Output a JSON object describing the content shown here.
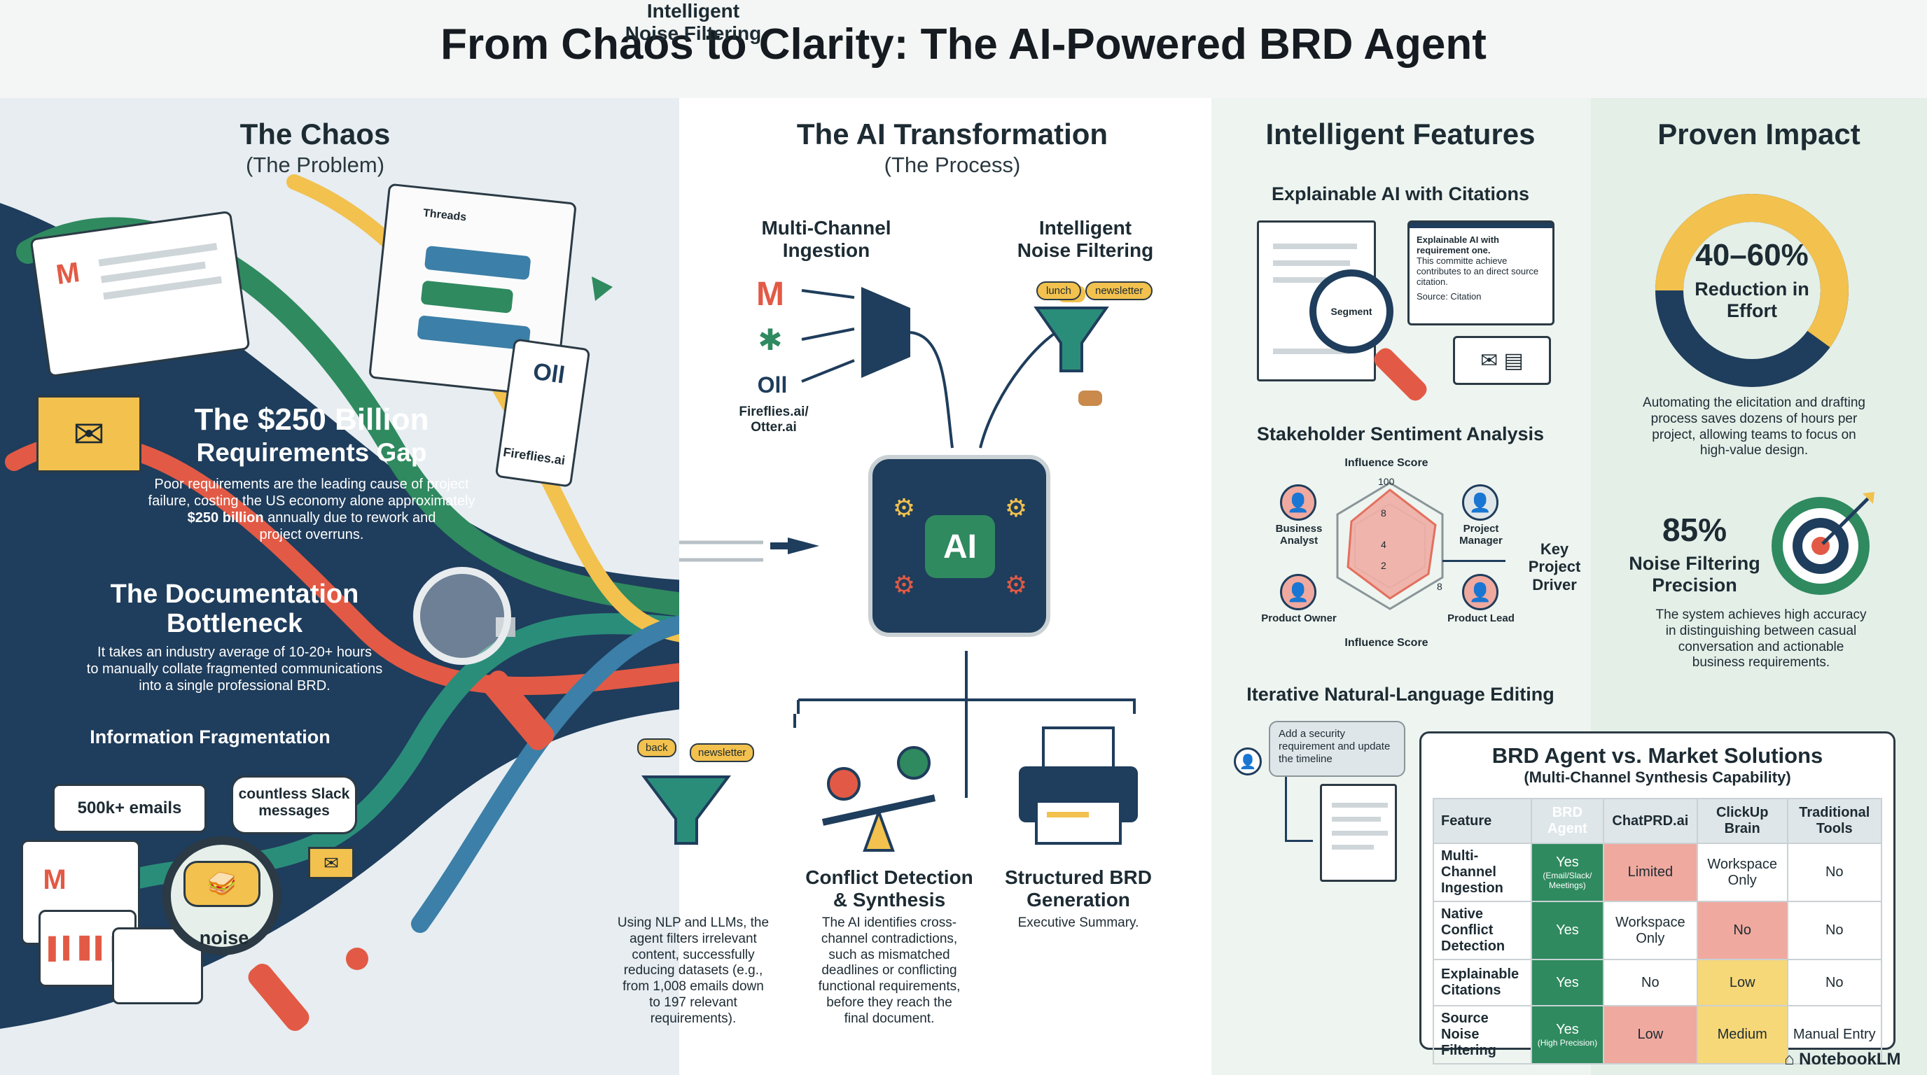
{
  "title": "From Chaos to Clarity: The AI-Powered BRD Agent",
  "chaos": {
    "heading": "The Chaos",
    "subheading": "(The Problem)",
    "gap_title_1": "The $250 Billion",
    "gap_title_2": "Requirements Gap",
    "gap_text_1": "Poor requirements are the leading cause of project",
    "gap_text_2": "failure, costing the US economy alone approximately",
    "gap_bold": "$250 billion",
    "gap_text_3": "annually due to rework and",
    "gap_text_4": "project overruns.",
    "bottleneck_1": "The Documentation",
    "bottleneck_2": "Bottleneck",
    "bottleneck_text_1": "It takes an industry average of 10-20+ hours",
    "bottleneck_text_2": "to manually collate fragmented communications",
    "bottleneck_text_3": "into a single professional BRD.",
    "fragmentation": "Information Fragmentation",
    "emails": "500k+ emails",
    "slack_1": "countless Slack",
    "slack_2": "messages",
    "noise": "noise",
    "threads": "Threads",
    "fireflies": "Fireflies.ai"
  },
  "process": {
    "heading": "The AI Transformation",
    "subheading": "(The Process)",
    "ingestion_1": "Multi-Channel",
    "ingestion_2": "Ingestion",
    "filtering_1": "Intelligent",
    "filtering_2": "Noise Filtering",
    "source_label_1": "Fireflies.ai/",
    "source_label_2": "Otter.ai",
    "ai": "AI",
    "tag_lunch": "lunch",
    "tag_newsletter": "newsletter",
    "tag_back": "back",
    "step1_title_1": "Intelligent",
    "step1_title_2": "Noise Filtering",
    "step1_text": [
      "Using NLP and LLMs, the",
      "agent filters irrelevant",
      "content, successfully",
      "reducing datasets (e.g.,",
      "from 1,008 emails down",
      "to 197 relevant",
      "requirements)."
    ],
    "step2_title_1": "Conflict Detection",
    "step2_title_2": "& Synthesis",
    "step2_text": [
      "The AI identifies cross-",
      "channel contradictions,",
      "such as mismatched",
      "deadlines or conflicting",
      "functional requirements,",
      "before they reach the",
      "final document."
    ],
    "step3_title_1": "Structured BRD",
    "step3_title_2": "Generation",
    "step3_text": "Executive Summary."
  },
  "features": {
    "heading": "Intelligent Features",
    "xai_title": "Explainable AI with Citations",
    "xai_popup_1": "Explainable AI with",
    "xai_popup_2": "requirement one.",
    "xai_popup_3": "This committe achieve",
    "xai_popup_4": "contributes to an direct source",
    "xai_popup_5": "citation.",
    "xai_source": "Source: Citation",
    "xai_magnifier": "Segment",
    "sentiment_title": "Stakeholder Sentiment Analysis",
    "influence_top": "Influence Score",
    "influence_bottom": "Influence Score",
    "scale_100": "100",
    "scale_8": "8",
    "scale_4": "4",
    "scale_2": "2",
    "scale_r": "8",
    "roles": [
      "Business Analyst",
      "Project Manager",
      "Product Owner",
      "Product Lead"
    ],
    "key_driver_1": "Key",
    "key_driver_2": "Project",
    "key_driver_3": "Driver",
    "editing_title": "Iterative Natural-Language Editing",
    "editing_bubble_1": "Add a security",
    "editing_bubble_2": "requirement and update",
    "editing_bubble_3": "the timeline"
  },
  "impact": {
    "heading": "Proven Impact",
    "stat1_value": "40–60%",
    "stat1_label_1": "Reduction in",
    "stat1_label_2": "Effort",
    "stat1_text": [
      "Automating the elicitation and drafting",
      "process saves dozens of hours per",
      "project, allowing teams to focus on",
      "high-value design."
    ],
    "stat2_value": "85%",
    "stat2_label_1": "Noise Filtering",
    "stat2_label_2": "Precision",
    "stat2_text": [
      "The system achieves high accuracy",
      "in distinguishing between casual",
      "conversation and actionable",
      "business requirements."
    ]
  },
  "comparison": {
    "title": "BRD Agent vs. Market Solutions",
    "subtitle": "(Multi-Channel Synthesis Capability)",
    "headers": [
      "Feature",
      "BRD Agent",
      "ChatPRD.ai",
      "ClickUp Brain",
      "Traditional Tools"
    ],
    "rows": [
      [
        "Multi-Channel Ingestion",
        "Yes",
        "Limited",
        "Workspace Only",
        "No"
      ],
      [
        "Native Conflict Detection",
        "Yes",
        "Workspace Only",
        "No",
        "No"
      ],
      [
        "Explainable Citations",
        "Yes",
        "No",
        "Low",
        "No"
      ],
      [
        "Source Noise Filtering",
        "Yes",
        "Low",
        "Medium",
        "Manual Entry"
      ]
    ],
    "row1_note_1": "(Email/Slack/",
    "row1_note_2": "Meetings)",
    "row4_note": "(High Precision)"
  },
  "footer": {
    "brand": "NotebookLM"
  },
  "colors": {
    "navy": "#1f3d5c",
    "green": "#2f8a5f",
    "red": "#e25a45",
    "yellow": "#f2c14e",
    "teal": "#2a8d7a"
  }
}
